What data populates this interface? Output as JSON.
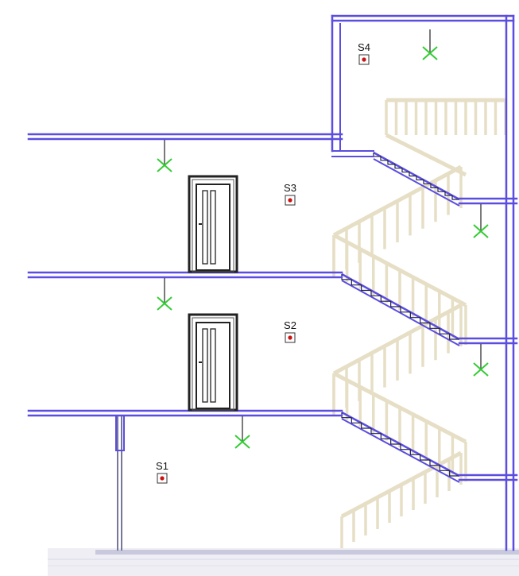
{
  "colors": {
    "structure": "#5a4de0",
    "structure_dark": "#3a2fb0",
    "railing": "#e6dfc6",
    "detector": "#33cc33",
    "door": "#222222",
    "sensor_dot": "#cc1111",
    "ground": "#d9d9e6"
  },
  "sensors": [
    {
      "id": "S1",
      "label": "S1"
    },
    {
      "id": "S2",
      "label": "S2"
    },
    {
      "id": "S3",
      "label": "S3"
    },
    {
      "id": "S4",
      "label": "S4"
    }
  ],
  "icons": {
    "detector": "cross-fixture-icon",
    "door": "door-icon",
    "sensor": "sensor-box-icon"
  }
}
